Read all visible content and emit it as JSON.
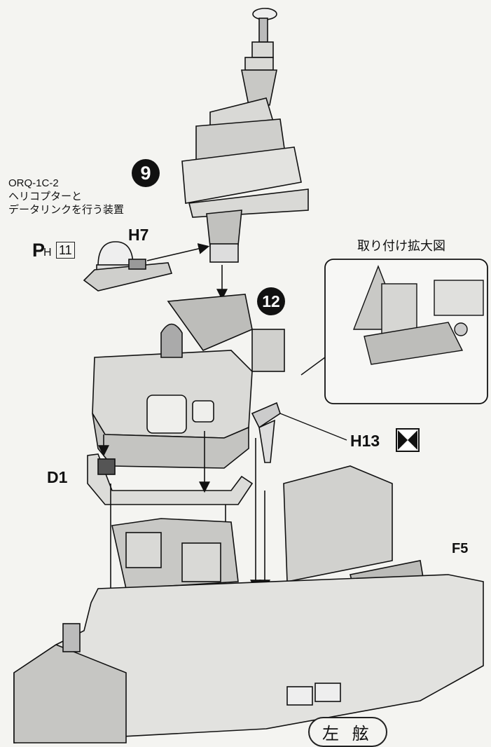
{
  "labels": {
    "orq_code": "ORQ-1C-2",
    "orq_desc_line1": "ヘリコプターと",
    "orq_desc_line2": "データリンクを行う装置",
    "paint_p": "P",
    "paint_h": "H",
    "paint_num": "11",
    "part_h7": "H7",
    "step_9": "9",
    "step_12": "12",
    "inset_title": "取り付け拡大図",
    "part_h13": "H13",
    "part_d1": "D1",
    "part_f5": "F5",
    "caption": "左 舷"
  },
  "colors": {
    "ink": "#111111",
    "paper": "#f4f4f1",
    "shade_light": "#d9d9d6",
    "shade_mid": "#b8b8b5",
    "shade_dark": "#8c8c89"
  }
}
